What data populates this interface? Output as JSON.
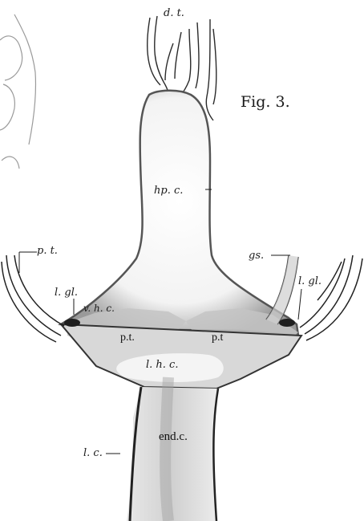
{
  "figure": {
    "caption": "Fig. 3.",
    "labels": {
      "dt": "d. t.",
      "hpc": "hp. c.",
      "pt_left": "p. t.",
      "gs": "gs.",
      "lgl_left": "l. gl.",
      "lgl_right": "l. gl.",
      "vhc": "v. h. c.",
      "pt_inner_left": "p.t.",
      "pt_inner_right": "p.t",
      "lhc": "l. h. c.",
      "endc": "end.c.",
      "lc": "l. c."
    }
  },
  "colors": {
    "ink": "#1a1a1a",
    "stipple": "#b8b8b8",
    "pale": "#e6e6e6"
  }
}
